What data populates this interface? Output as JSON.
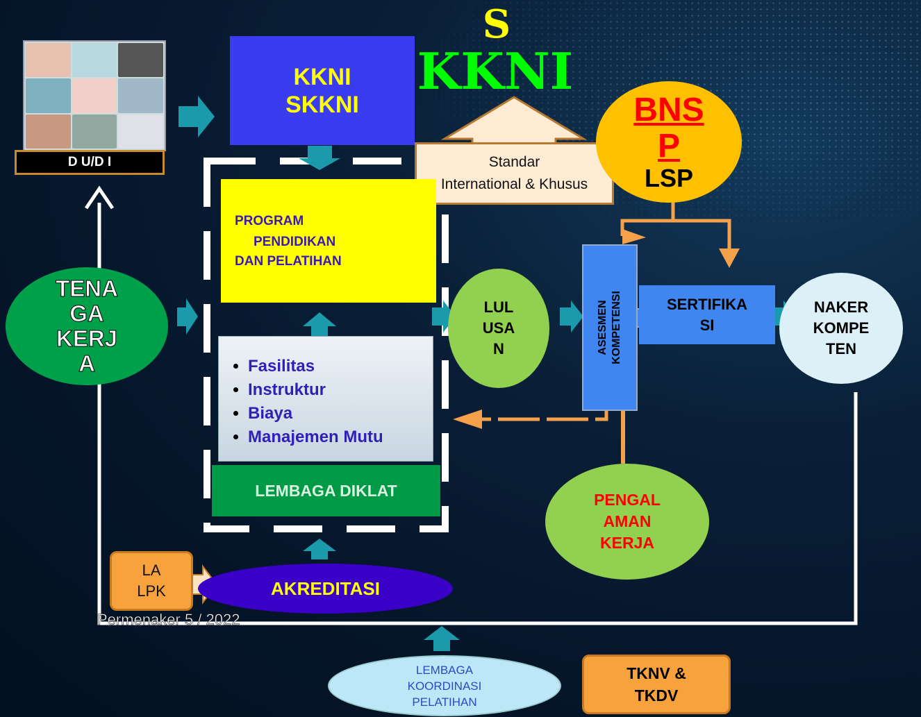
{
  "dudi": {
    "label": "D U/D I"
  },
  "kkni_box": {
    "line1": "KKNI",
    "line2": "SKKNI"
  },
  "skkni_title": {
    "s": "S",
    "kkni": "KKNI"
  },
  "standar": {
    "line1": "Standar",
    "line2": "International & Khusus"
  },
  "bnsp": {
    "line1": "BNS",
    "line2": "P",
    "line3": "LSP"
  },
  "program": {
    "line1": "PROGRAM",
    "line2": "PENDIDIKAN",
    "line3": "DAN PELATIHAN"
  },
  "resources": {
    "items": [
      "Fasilitas",
      "Instruktur",
      "Biaya",
      "Manajemen Mutu"
    ]
  },
  "lembaga_diklat": {
    "label": "LEMBAGA DIKLAT"
  },
  "tenaga_kerja": {
    "line1": "TENA",
    "line2": "GA",
    "line3": "KERJ",
    "line4": "A"
  },
  "lulusan": {
    "line1": "LUL",
    "line2": "USA",
    "line3": "N"
  },
  "asesmen": {
    "line1": "ASESMEN",
    "line2": "KOMPETENSI"
  },
  "sertifikasi": {
    "line1": "SERTIFIKA",
    "line2": "SI"
  },
  "naker": {
    "line1": "NAKER",
    "line2": "KOMPE",
    "line3": "TEN"
  },
  "pengalaman": {
    "line1": "PENGAL",
    "line2": "AMAN",
    "line3": "KERJA"
  },
  "la_lpk": {
    "line1": "LA",
    "line2": "LPK"
  },
  "akreditasi": {
    "label": "AKREDITASI"
  },
  "permenaker": {
    "label": "Permenaker 5 / 2022"
  },
  "koordinasi": {
    "line1": "LEMBAGA",
    "line2": "KOORDINASI",
    "line3": "PELATIHAN"
  },
  "tknv": {
    "line1": "TKNV &",
    "line2": "TKDV"
  },
  "colors": {
    "background": "#05152a",
    "teal_arrow": "#1a9aaa",
    "orange_arrow": "#f5a04a",
    "white_line": "#ffffff"
  }
}
